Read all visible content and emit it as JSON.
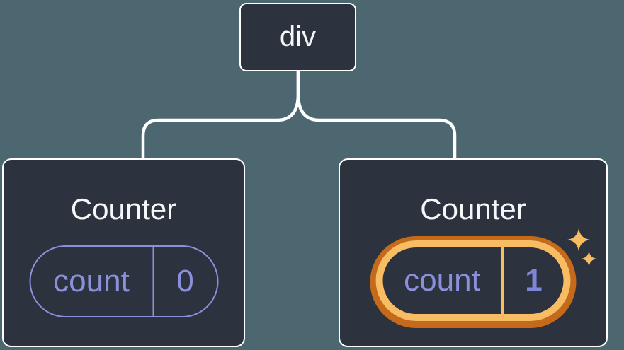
{
  "diagram": {
    "root": {
      "label": "div"
    },
    "children": [
      {
        "title": "Counter",
        "state": {
          "key": "count",
          "value": "0"
        },
        "highlighted": false
      },
      {
        "title": "Counter",
        "state": {
          "key": "count",
          "value": "1"
        },
        "highlighted": true
      }
    ]
  },
  "icons": {
    "sparkle_large": "sparkle-icon",
    "sparkle_small": "sparkle-icon"
  },
  "colors": {
    "background": "#4D6770",
    "card_bg": "#2D333E",
    "card_border": "#FFFFFF",
    "connector": "#FFFFFF",
    "text_white": "#F6F7F9",
    "state_purple": "#8A90DB",
    "value_purple": "#7E86D8",
    "highlight_light": "#F8BC62",
    "highlight_dark": "#C5691B"
  }
}
